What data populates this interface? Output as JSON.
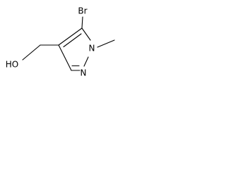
{
  "structure": {
    "atoms": {
      "br": "Br",
      "n1": "N",
      "n2": "N",
      "oh": "HO"
    }
  }
}
